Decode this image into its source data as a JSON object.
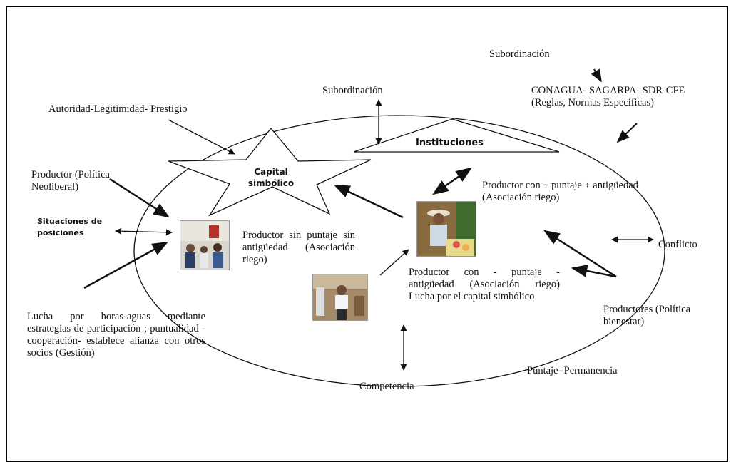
{
  "labels": {
    "subordinacion_top": "Subordinación",
    "subordinacion_mid": "Subordinación",
    "instituciones_agencies": "CONAGUA- SAGARPA- SDR-CFE (Reglas, Normas Especificas)",
    "autoridad": "Autoridad-Legitimidad- Prestigio",
    "instituciones": "Instituciones",
    "capital_simbolico": "Capital simbólico",
    "productor_neoliberal": "Productor (Política Neoliberal)",
    "situaciones": "Situaciones de posiciones",
    "productor_mas": "Productor con + puntaje + antigüedad (Asociación riego)",
    "productor_sin": "Productor sin puntaje sin antigüedad (Asociación riego)",
    "conflicto": "Conflicto",
    "productor_menos": "Productor con - puntaje - antigüedad (Asociación riego) Lucha por el capital simbólico",
    "lucha": "Lucha por horas-aguas mediante estrategias de participación ; puntualidad - cooperación- establece alianza con otros socios (Gestión)",
    "productores_bienestar": "Productores (Política bienestar)",
    "puntaje": "Puntaje=Permanencia",
    "competencia": "Competencia"
  },
  "colors": {
    "stroke": "#111111",
    "background": "#ffffff"
  }
}
